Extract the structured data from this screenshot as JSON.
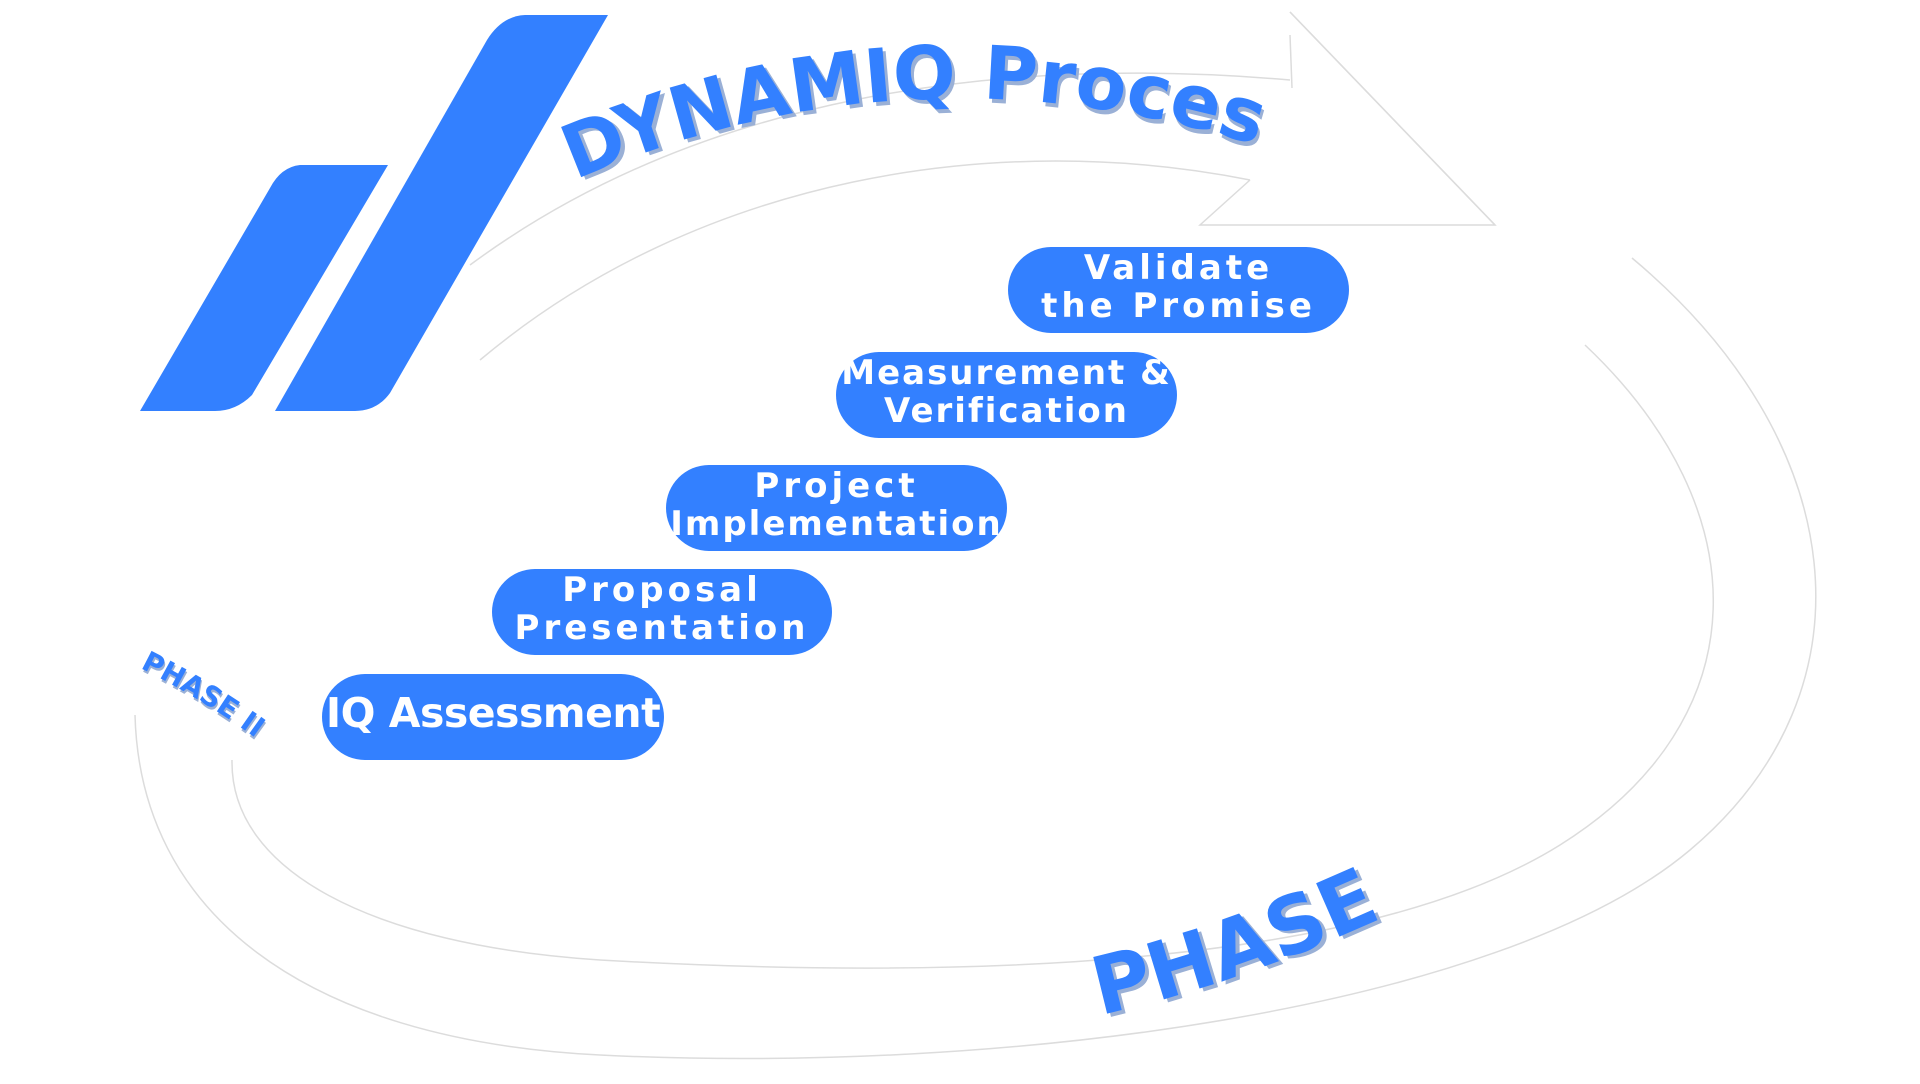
{
  "title": "DYNAMIQ Process",
  "phases": {
    "phase_one": "PHASE I",
    "phase_two": "PHASE II"
  },
  "steps": [
    {
      "id": "step-1",
      "lines": [
        "IQ Assessment"
      ]
    },
    {
      "id": "step-2",
      "lines": [
        "Proposal",
        "Presentation"
      ]
    },
    {
      "id": "step-3",
      "lines": [
        "Project",
        "Implementation"
      ]
    },
    {
      "id": "step-4",
      "lines": [
        "Measurement &",
        "Verification"
      ]
    },
    {
      "id": "step-5",
      "lines": [
        "Validate",
        "the Promise"
      ]
    }
  ],
  "colors": {
    "accent": "#3380ff",
    "text_on_accent": "#ffffff",
    "arrow_outline": "#dcdcdc",
    "text_shadow": "#9ab0d6"
  },
  "icons": {
    "logo": "double-slash-logo-icon",
    "cycle": "circular-arrow-icon"
  }
}
